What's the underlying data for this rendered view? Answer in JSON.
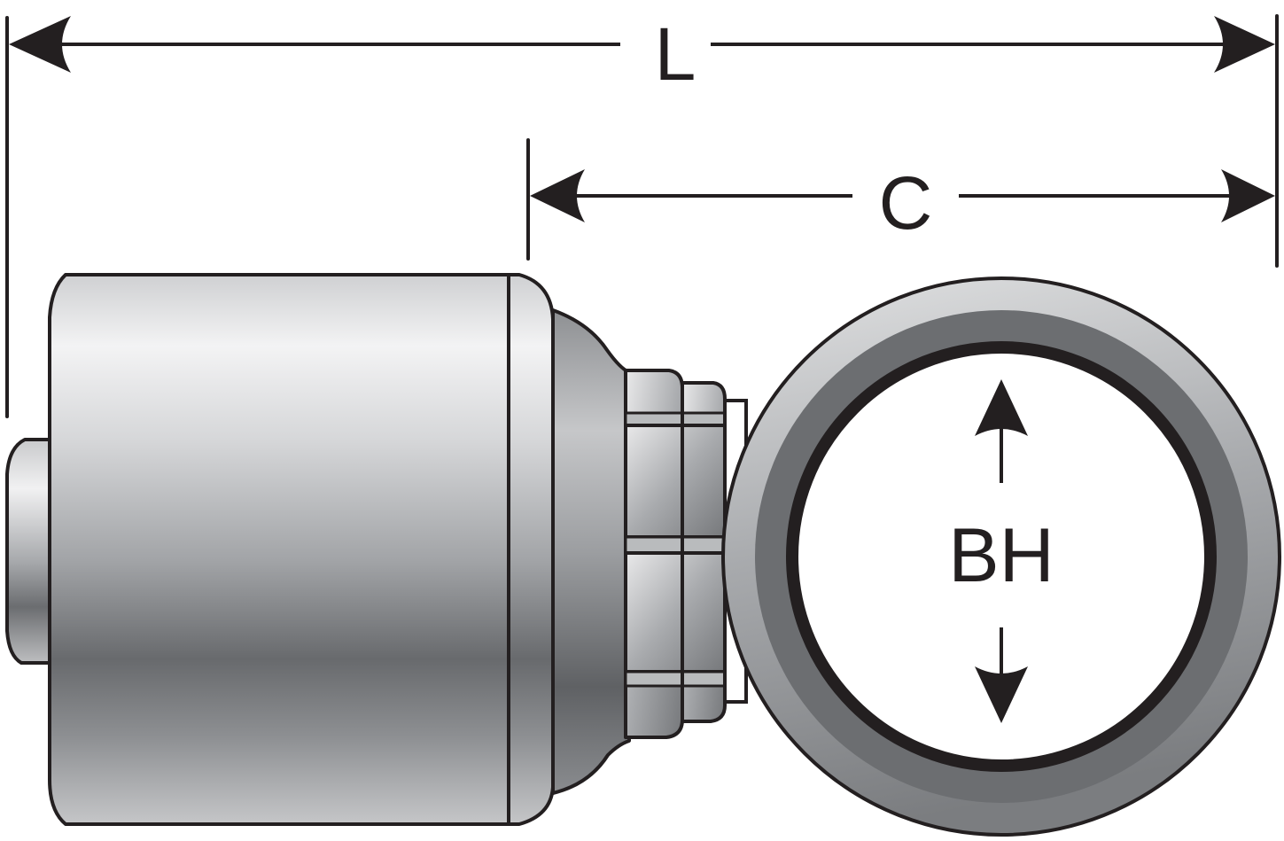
{
  "dimensions": {
    "length_label": "L",
    "cutoff_label": "C",
    "bore_label": "BH"
  },
  "colors": {
    "outline": "#231f20",
    "background": "#ffffff",
    "metal_light": "#f2f2f3",
    "metal_mid": "#a7a9ac",
    "metal_dark": "#5f6163"
  }
}
